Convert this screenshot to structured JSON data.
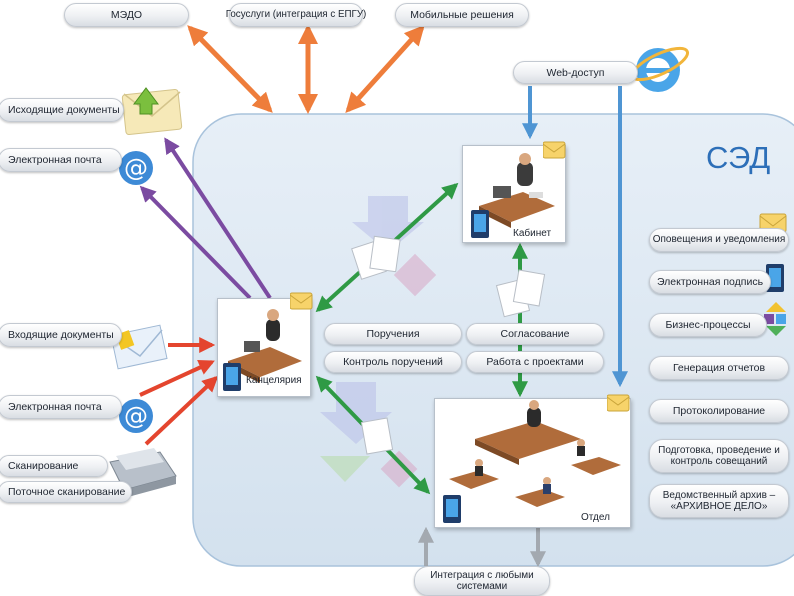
{
  "top_labels": {
    "medo": "МЭДО",
    "gosuslugi": "Госуслуги (интеграция с ЕПГУ)",
    "mobile": "Мобильные решения"
  },
  "web_access": "Web-доступ",
  "system_title": "СЭД",
  "left_labels": {
    "outgoing_docs": "Исходящие документы",
    "email_top": "Электронная почта",
    "incoming_docs": "Входящие документы",
    "email_bottom": "Электронная почта",
    "scanning": "Сканирование",
    "batch_scanning": "Поточное сканирование"
  },
  "nodes": {
    "cabinet": "Кабинет",
    "chancellery": "Канцелярия",
    "department": "Отдел"
  },
  "center_labels": {
    "assignments": "Поручения",
    "approval": "Согласование",
    "control": "Контроль поручений",
    "projects": "Работа с проектами"
  },
  "right_features": [
    "Оповещения и уведомления",
    "Электронная подпись",
    "Бизнес-процессы",
    "Генерация отчетов",
    "Протоколирование",
    "Подготовка, проведение и контроль совещаний",
    "Ведомственный архив – «АРХИВНОЕ ДЕЛО»"
  ],
  "integration": "Интеграция с любыми системами",
  "colors": {
    "panel": "#dce8f3",
    "panel_border": "#a9c3dc",
    "title": "#2d6fb8",
    "arrow_orange": "#ee7d3b",
    "arrow_red": "#e4452e",
    "arrow_purple": "#7b4ba1",
    "arrow_green": "#2f9a45",
    "arrow_blue": "#4f95d3",
    "arrow_gray": "#a3a9b0"
  },
  "icons": [
    "envelope-arrow-icon",
    "at-sign-icon",
    "envelope-icon",
    "scanner-icon",
    "internet-explorer-icon",
    "mail-icon",
    "tablet-icon",
    "puzzle-icon",
    "document-icon"
  ]
}
